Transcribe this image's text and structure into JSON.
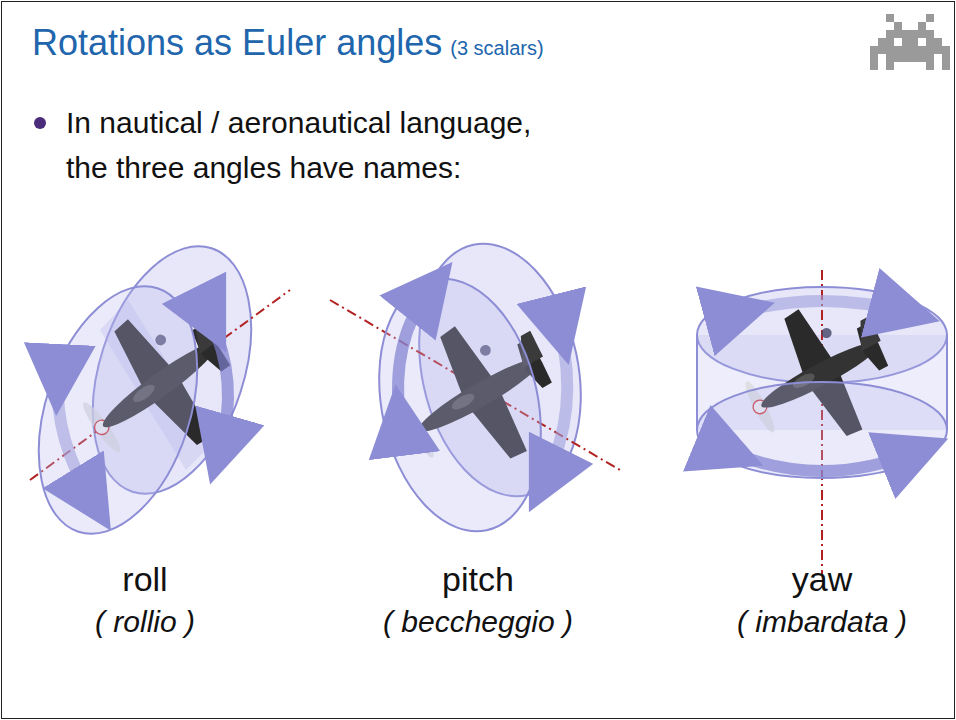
{
  "diagram": {
    "title": "Rotations as Euler angles",
    "labels": [
      "(3 scalars)",
      "In nautical / aeronautical language, the three angles have names:",
      "roll",
      "( rollio )",
      "pitch",
      "( beccheggio )",
      "yaw",
      "( imbardata )"
    ]
  }
}
